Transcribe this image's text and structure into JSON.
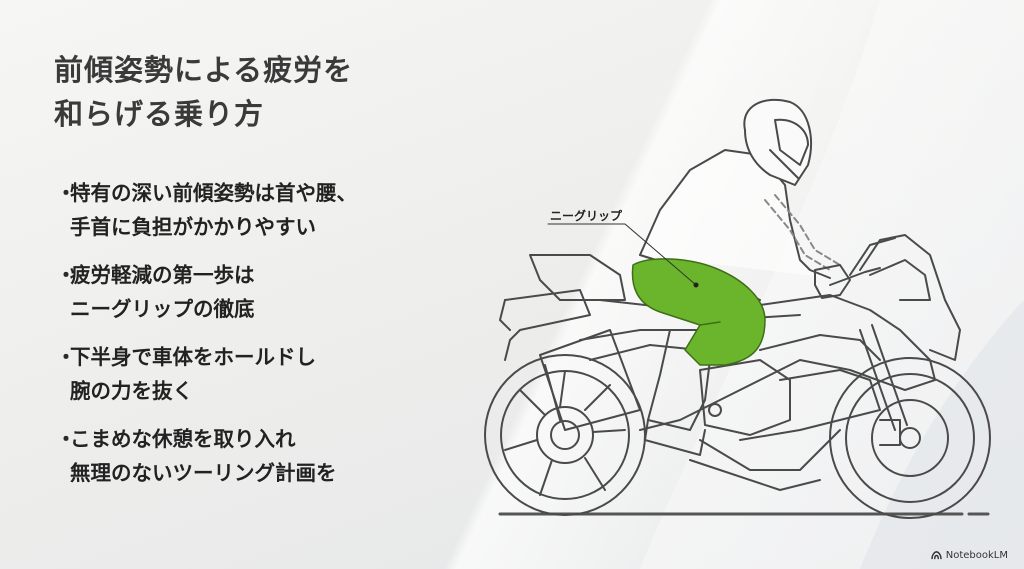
{
  "slide": {
    "title_lines": [
      "前傾姿勢による疲労を",
      "和らげる乗り方"
    ],
    "bullets": [
      {
        "marker": "・",
        "lines": [
          "特有の深い前傾姿勢は首や腰、",
          "手首に負担がかかりやすい"
        ]
      },
      {
        "marker": "・",
        "lines": [
          "疲労軽減の第一歩は",
          "ニーグリップの徹底"
        ]
      },
      {
        "marker": "・",
        "lines": [
          "下半身で車体をホールドし",
          "腕の力を抜く"
        ]
      },
      {
        "marker": "・",
        "lines": [
          "こまめな休憩を取り入れ",
          "無理のないツーリング計画を"
        ]
      }
    ],
    "illustration": {
      "subject": "rider on sport motorcycle in forward-leaning posture",
      "callout_label": "ニーグリップ",
      "highlight_color": "#6ab52b",
      "line_color": "#4a4a4a"
    }
  },
  "branding": {
    "icon": "notebooklm-logo-icon",
    "label": "NotebookLM"
  },
  "colors": {
    "background": "#f2f2f0",
    "title_text": "#3a3a3a",
    "body_text": "#222222",
    "accent_green": "#6ab52b"
  }
}
